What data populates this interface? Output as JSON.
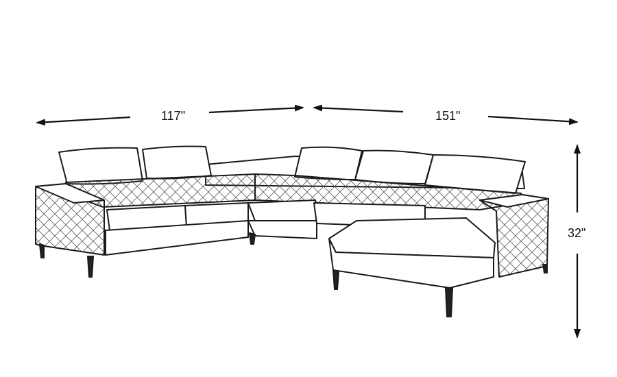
{
  "dimensions": {
    "left_width": "117\"",
    "right_width": "151\"",
    "height": "32\""
  },
  "colors": {
    "line": "#1a1a1a",
    "background": "#ffffff"
  }
}
